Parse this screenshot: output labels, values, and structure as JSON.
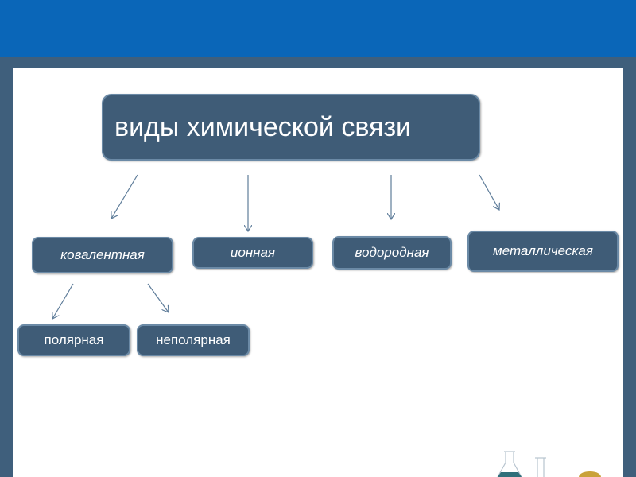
{
  "diagram": {
    "title": "виды химической связи",
    "types": [
      {
        "label": "ковалентная"
      },
      {
        "label": "ионная"
      },
      {
        "label": "водородная"
      },
      {
        "label": "металлическая"
      }
    ],
    "covalent_subtypes": [
      {
        "label": "полярная"
      },
      {
        "label": "неполярная"
      }
    ]
  },
  "colors": {
    "header_band": "#0a66b8",
    "frame": "#3f5f7c",
    "node_fill": "#3f5c77",
    "node_text": "#ffffff"
  }
}
